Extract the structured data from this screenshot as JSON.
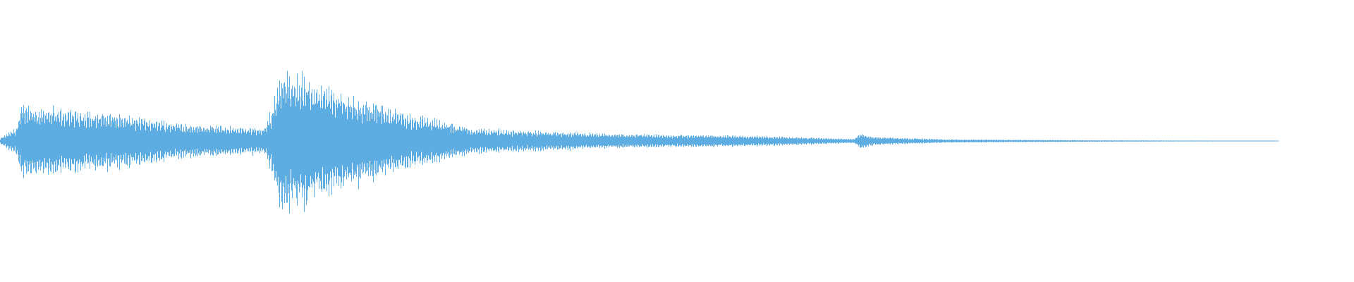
{
  "waveform": {
    "color": "#5dade2",
    "background": "#ffffff",
    "envelope_keyframes": [
      {
        "t": 0.0,
        "amp": 0.02
      },
      {
        "t": 0.012,
        "amp": 0.1
      },
      {
        "t": 0.016,
        "amp": 0.26
      },
      {
        "t": 0.03,
        "amp": 0.24
      },
      {
        "t": 0.08,
        "amp": 0.2
      },
      {
        "t": 0.14,
        "amp": 0.12
      },
      {
        "t": 0.195,
        "amp": 0.09
      },
      {
        "t": 0.201,
        "amp": 0.25
      },
      {
        "t": 0.206,
        "amp": 0.48
      },
      {
        "t": 0.215,
        "amp": 0.5
      },
      {
        "t": 0.25,
        "amp": 0.35
      },
      {
        "t": 0.3,
        "amp": 0.2
      },
      {
        "t": 0.35,
        "amp": 0.09
      },
      {
        "t": 0.45,
        "amp": 0.05
      },
      {
        "t": 0.55,
        "amp": 0.04
      },
      {
        "t": 0.63,
        "amp": 0.015
      },
      {
        "t": 0.636,
        "amp": 0.055
      },
      {
        "t": 0.645,
        "amp": 0.03
      },
      {
        "t": 0.7,
        "amp": 0.012
      },
      {
        "t": 0.8,
        "amp": 0.006
      },
      {
        "t": 0.86,
        "amp": 0.004
      },
      {
        "t": 0.94,
        "amp": 0.002
      },
      {
        "t": 0.945,
        "amp": 0.0
      },
      {
        "t": 1.0,
        "amp": 0.0
      }
    ]
  }
}
